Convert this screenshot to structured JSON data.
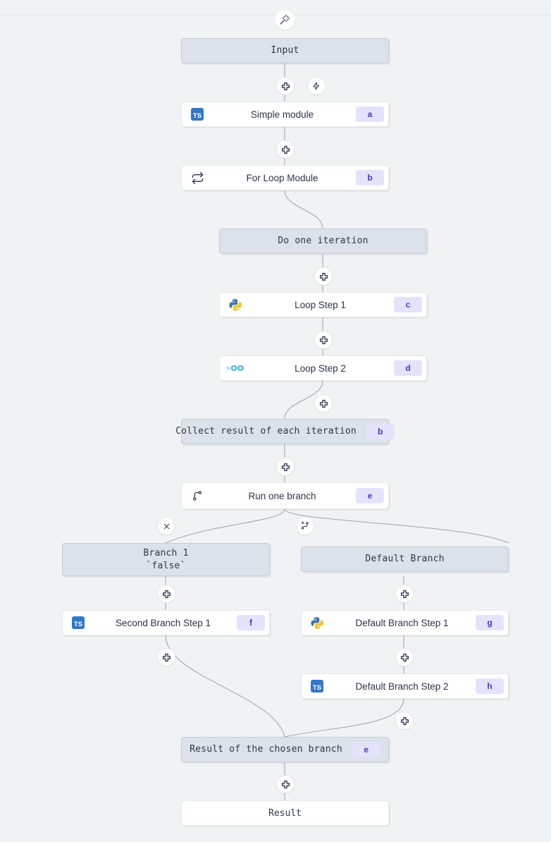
{
  "canvas": {
    "background": "#f1f2f4",
    "edge_color": "#9ca3af",
    "header_fill": "#dce2ea",
    "header_border": "#c4ccd6",
    "badge_bg": "#e3e3fb",
    "badge_fg": "#4338ca",
    "module_fill": "#ffffff"
  },
  "top_control": {
    "icon": "magic-wand-icon"
  },
  "nodes": [
    {
      "id": "input",
      "kind": "header",
      "label": "Input"
    },
    {
      "id": "simple",
      "kind": "module",
      "label": "Simple module",
      "icon": "typescript-icon",
      "badge": "a"
    },
    {
      "id": "forloop",
      "kind": "module",
      "label": "For Loop Module",
      "icon": "loop-icon",
      "badge": "b"
    },
    {
      "id": "do_iter",
      "kind": "header",
      "label": "Do one iteration"
    },
    {
      "id": "loop1",
      "kind": "module",
      "label": "Loop Step 1",
      "icon": "python-icon",
      "badge": "c"
    },
    {
      "id": "loop2",
      "kind": "module",
      "label": "Loop Step 2",
      "icon": "go-icon",
      "badge": "d"
    },
    {
      "id": "collect",
      "kind": "header",
      "label": "Collect result of each iteration",
      "badge": "b"
    },
    {
      "id": "runbranch",
      "kind": "module",
      "label": "Run one branch",
      "icon": "git-branch-icon",
      "badge": "e"
    },
    {
      "id": "branch1",
      "kind": "header",
      "label": "Branch 1\n`false`"
    },
    {
      "id": "defbranch",
      "kind": "header",
      "label": "Default Branch"
    },
    {
      "id": "second1",
      "kind": "module",
      "label": "Second Branch Step 1",
      "icon": "typescript-icon",
      "badge": "f"
    },
    {
      "id": "default1",
      "kind": "module",
      "label": "Default Branch Step 1",
      "icon": "python-icon",
      "badge": "g"
    },
    {
      "id": "default2",
      "kind": "module",
      "label": "Default Branch Step 2",
      "icon": "typescript-icon",
      "badge": "h"
    },
    {
      "id": "chosen",
      "kind": "header",
      "label": "Result of the chosen branch",
      "badge": "e"
    },
    {
      "id": "result",
      "kind": "plain",
      "label": "Result"
    }
  ],
  "connectors": [
    {
      "id": "c-input-simple",
      "icon": "plus-icon"
    },
    {
      "id": "c-trigger",
      "icon": "lightning-icon"
    },
    {
      "id": "c-simple-forloop",
      "icon": "plus-icon"
    },
    {
      "id": "c-doiter-loop1",
      "icon": "plus-icon"
    },
    {
      "id": "c-loop1-loop2",
      "icon": "plus-icon"
    },
    {
      "id": "c-loop2-collect",
      "icon": "plus-icon"
    },
    {
      "id": "c-collect-run",
      "icon": "plus-icon"
    },
    {
      "id": "c-branch-remove",
      "icon": "close-icon"
    },
    {
      "id": "c-branch-add",
      "icon": "branch-plus-icon"
    },
    {
      "id": "c-branch1-second1",
      "icon": "plus-icon"
    },
    {
      "id": "c-second1-out",
      "icon": "plus-icon"
    },
    {
      "id": "c-def-default1",
      "icon": "plus-icon"
    },
    {
      "id": "c-default1-2",
      "icon": "plus-icon"
    },
    {
      "id": "c-default2-out",
      "icon": "plus-icon"
    },
    {
      "id": "c-chosen-result",
      "icon": "plus-icon"
    }
  ]
}
